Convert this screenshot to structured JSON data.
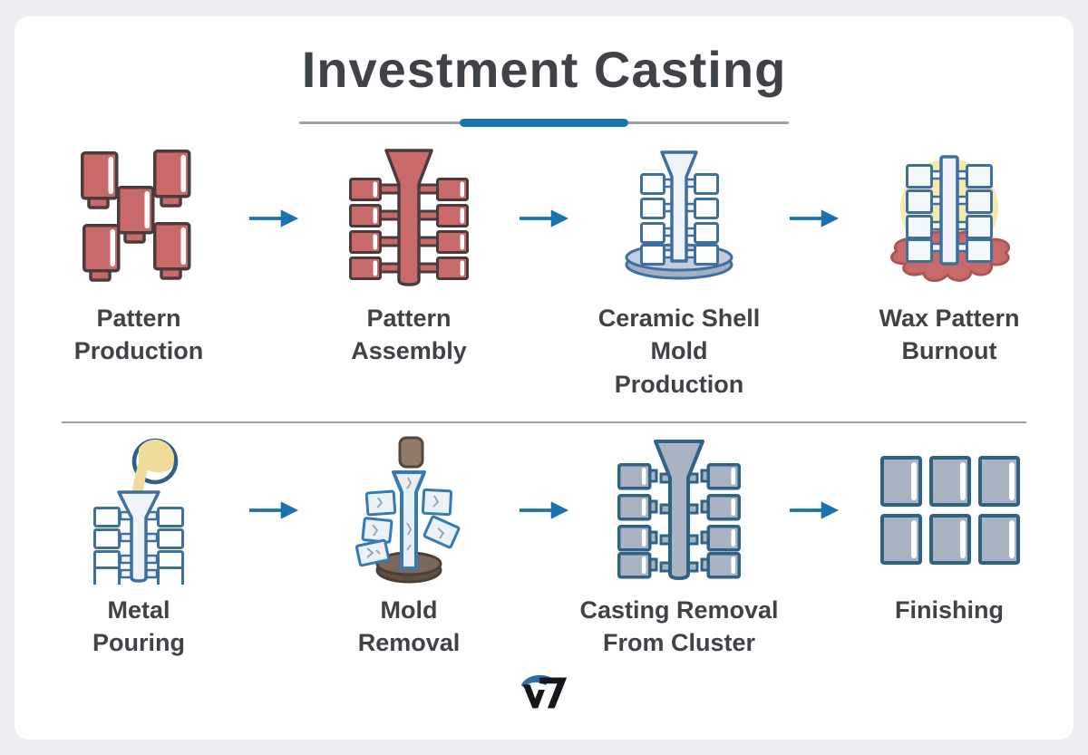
{
  "title": "Investment Casting",
  "colors": {
    "accent_blue": "#1b72b1",
    "pattern_red": "#c96a6a",
    "pattern_outline": "#4a3c3c",
    "ceramic_outline_blue": "#3e6f9f",
    "ceramic_fill": "#f2f7fb",
    "metal_gray": "#aab3c1",
    "burnout_yellow": "#f6e9ac",
    "base_gray_blue": "#b9c3d3",
    "tool_brown": "#8d7a6a",
    "base_brown": "#6f5d4f",
    "text_dark": "#3e4347",
    "divider_gray": "#9aa0a6",
    "background": "#ecf0f3",
    "card": "#ffffff"
  },
  "rows": [
    {
      "steps": [
        {
          "label": "Pattern\nProduction",
          "icon": "wax-pattern-blocks-icon"
        },
        {
          "label": "Pattern\nAssembly",
          "icon": "wax-tree-assembly-icon"
        },
        {
          "label": "Ceramic Shell\nMold\nProduction",
          "icon": "ceramic-shell-tree-icon"
        },
        {
          "label": "Wax Pattern\nBurnout",
          "icon": "wax-burnout-icon"
        }
      ]
    },
    {
      "steps": [
        {
          "label": "Metal\nPouring",
          "icon": "metal-pouring-icon"
        },
        {
          "label": "Mold\nRemoval",
          "icon": "mold-removal-icon"
        },
        {
          "label": "Casting Removal\nFrom Cluster",
          "icon": "casting-cluster-icon"
        },
        {
          "label": "Finishing",
          "icon": "finished-parts-icon"
        }
      ]
    }
  ],
  "logo": {
    "name": "W brand mark"
  }
}
